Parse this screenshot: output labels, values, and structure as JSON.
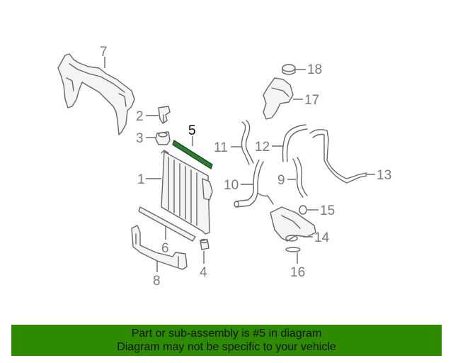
{
  "diagram": {
    "callouts": [
      "1",
      "2",
      "3",
      "4",
      "5",
      "6",
      "7",
      "8",
      "9",
      "10",
      "11",
      "12",
      "13",
      "14",
      "15",
      "16",
      "17",
      "18"
    ],
    "highlighted_callout": "5",
    "highlight_color": "#2e7d32"
  },
  "banner": {
    "background": "#2e8b00",
    "line1": "Part or sub-assembly is #5 in diagram",
    "line2": "Diagram may not be specific to your vehicle"
  }
}
